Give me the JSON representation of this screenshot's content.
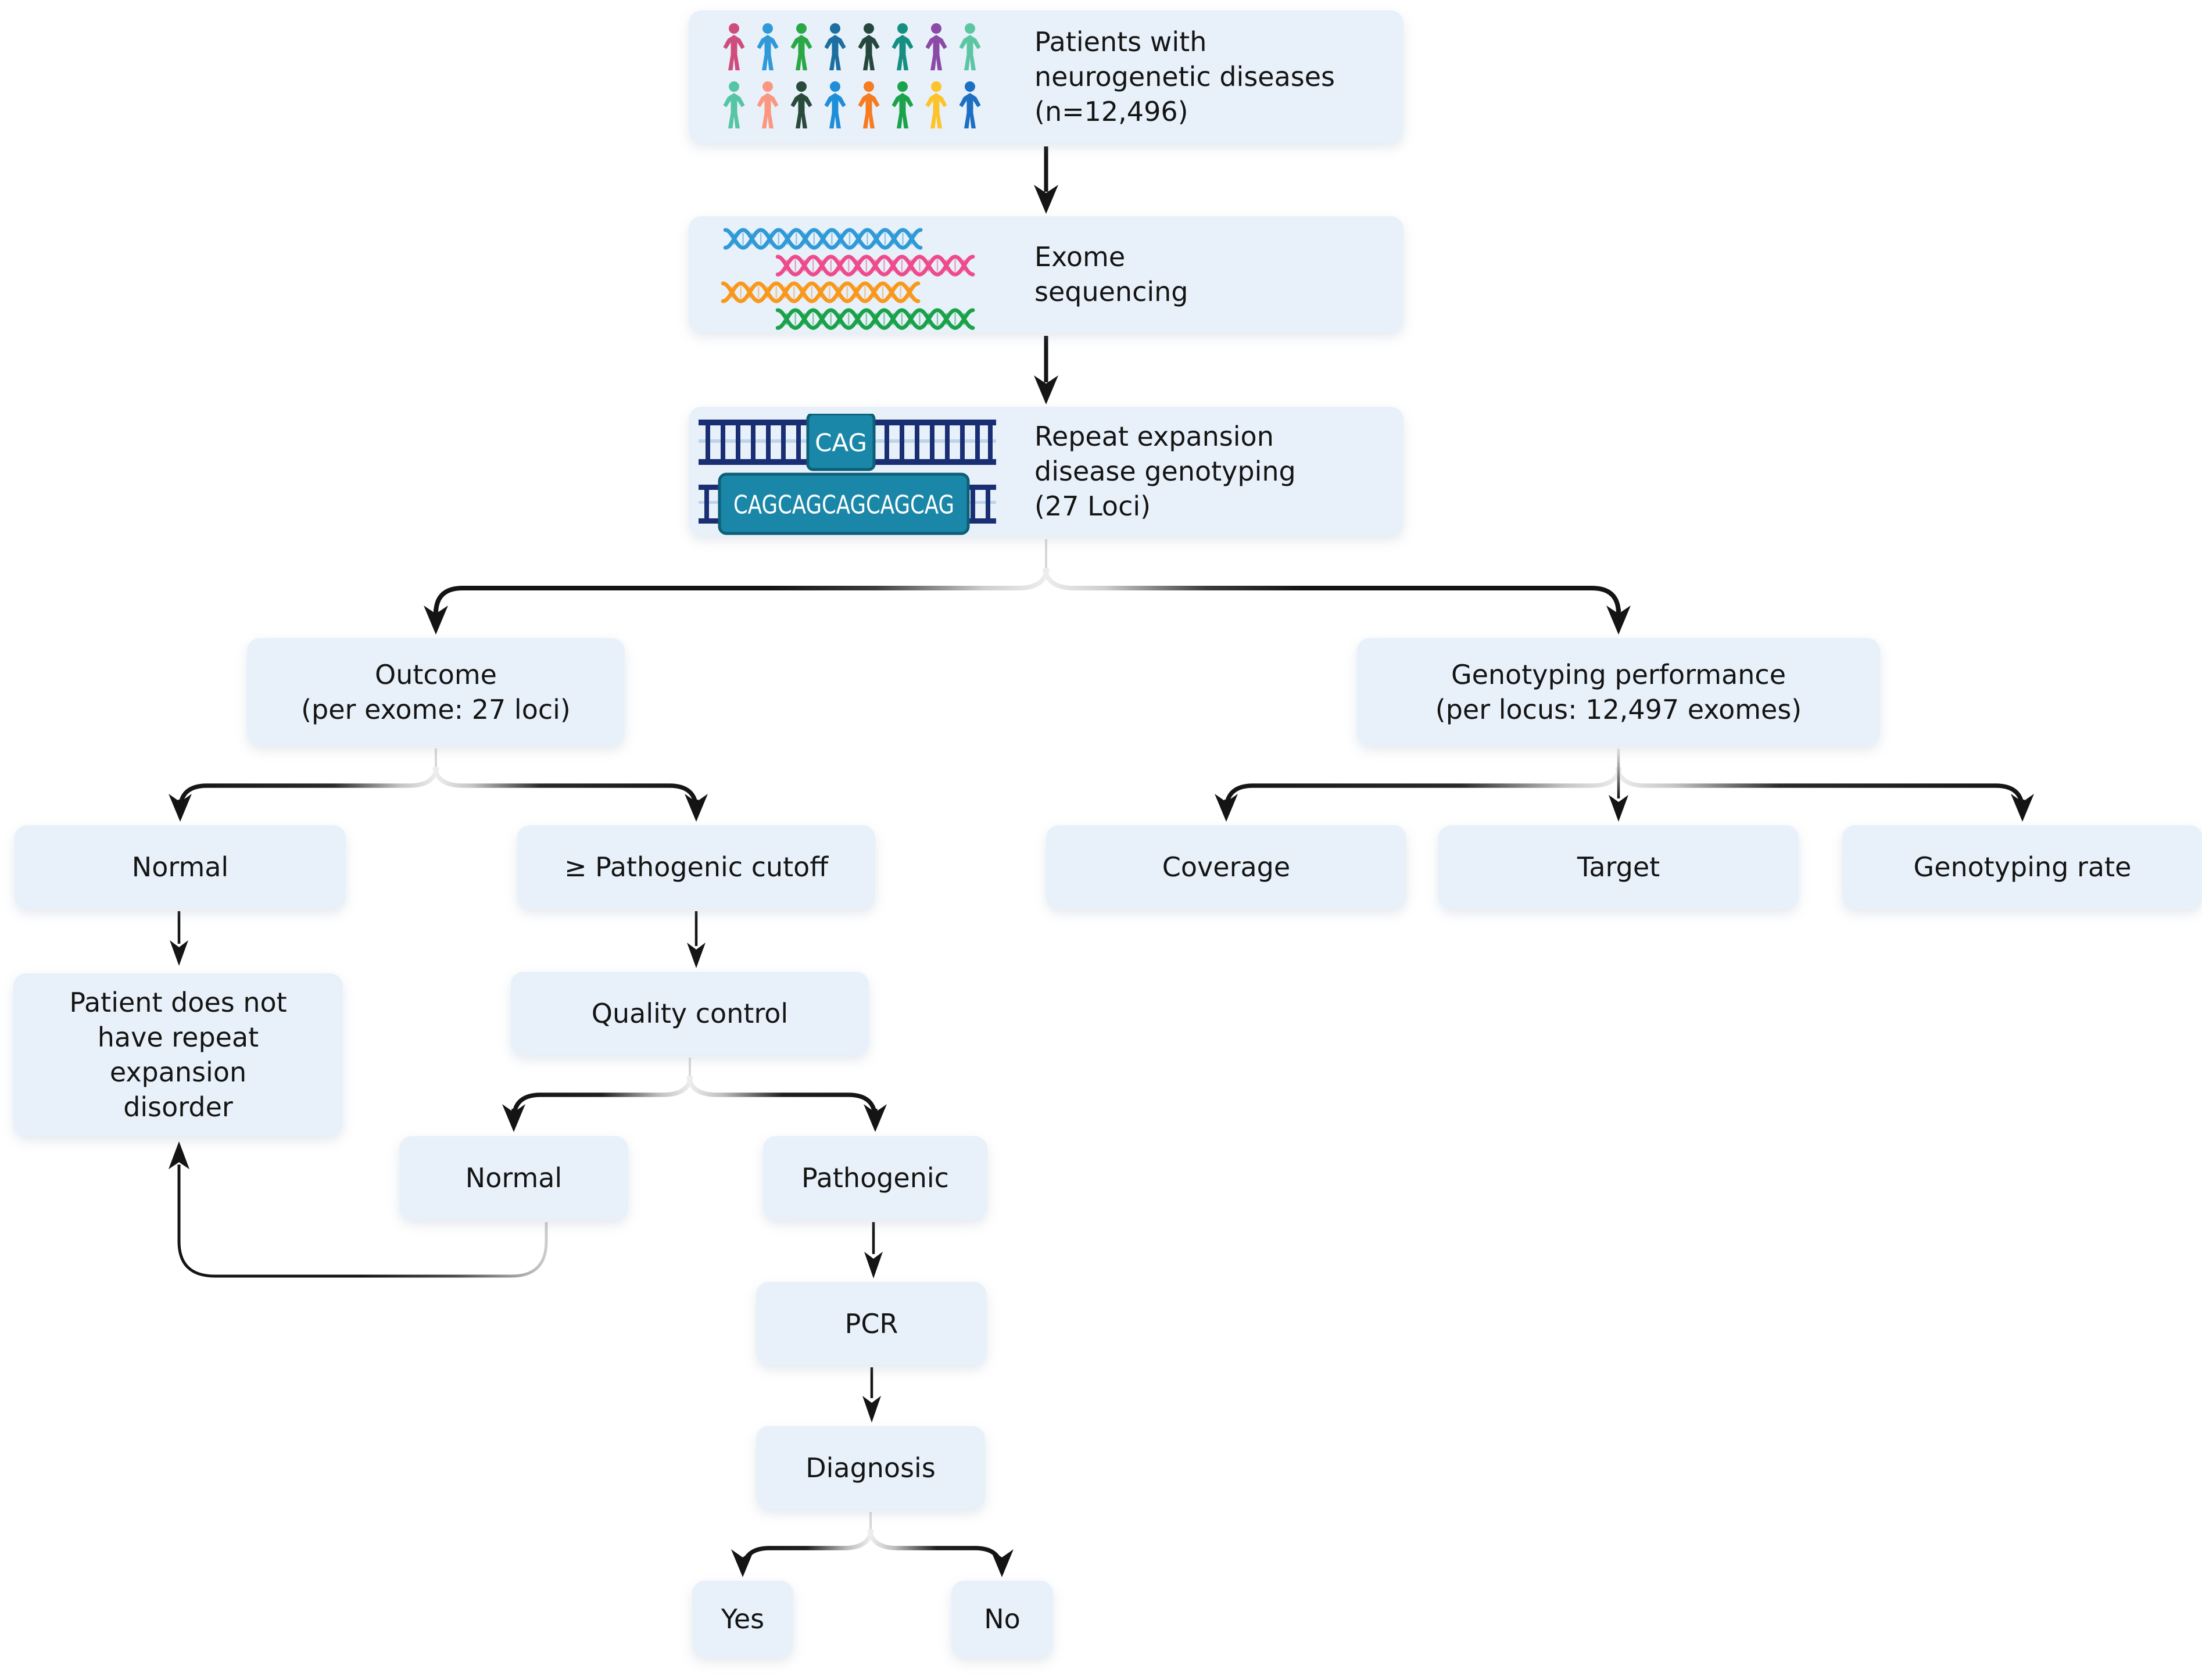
{
  "nodes": {
    "patients": {
      "label": "Patients with\nneurogenetic diseases\n(n=12,496)"
    },
    "exome": {
      "label": "Exome\nsequencing"
    },
    "repeat_genotyping": {
      "label": "Repeat expansion\ndisease genotyping\n(27 Loci)"
    },
    "outcome": {
      "label": "Outcome\n(per exome: 27 loci)"
    },
    "genotyping_performance": {
      "label": "Genotyping performance\n(per locus: 12,497 exomes)"
    },
    "normal_outcome": {
      "label": "Normal"
    },
    "pathogenic_cutoff": {
      "label": "≥ Pathogenic cutoff"
    },
    "coverage": {
      "label": "Coverage"
    },
    "target": {
      "label": "Target"
    },
    "genotyping_rate": {
      "label": "Genotyping rate"
    },
    "no_disorder": {
      "label": "Patient does not\nhave repeat\nexpansion\ndisorder"
    },
    "quality_control": {
      "label": "Quality control"
    },
    "qc_normal": {
      "label": "Normal"
    },
    "qc_pathogenic": {
      "label": "Pathogenic"
    },
    "pcr": {
      "label": "PCR"
    },
    "diagnosis": {
      "label": "Diagnosis"
    },
    "yes": {
      "label": "Yes"
    },
    "no": {
      "label": "No"
    }
  },
  "icons": {
    "cag_box_label": "CAG",
    "cag_repeat_label": "CAGCAGCAGCAGCAG",
    "people_colors_row1": [
      "#cf4d7c",
      "#2f9ad7",
      "#2aa846",
      "#1c6fa0",
      "#24483e",
      "#148f80",
      "#8a4aa5",
      "#5cc6a3"
    ],
    "people_colors_row2": [
      "#56c5a4",
      "#fb9780",
      "#2a4a3c",
      "#1f8ed8",
      "#f67b21",
      "#1ba24c",
      "#fcc32a",
      "#1c6fc2"
    ],
    "dna_strand_colors": [
      "#2f9ad7",
      "#ee4b8d",
      "#f8981d",
      "#1aa24a"
    ]
  },
  "colors": {
    "node_fill": "#e8f1fa",
    "text": "#141414",
    "arrow": "#151515",
    "ladder_navy": "#1a2f73",
    "ladder_stripe": "#bcd4ec",
    "cag_teal": "#1b87a8",
    "cag_teal_border": "#0d5f78"
  }
}
